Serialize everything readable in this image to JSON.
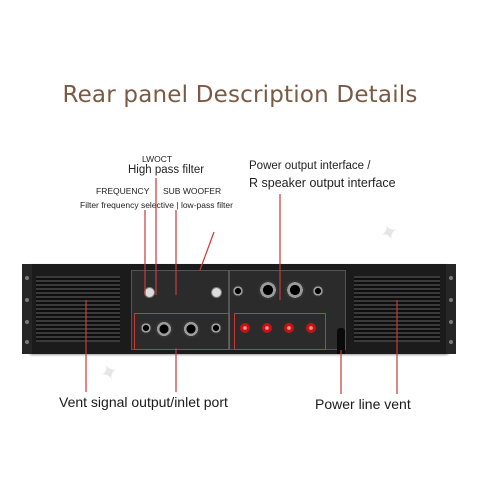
{
  "title": "Rear panel Description Details",
  "labels": {
    "lwoct": "LWOCT",
    "high_pass": "High pass filter",
    "frequency": "FREQUENCY",
    "sub_woofer": "SUB WOOFER",
    "filter_line": "Filter frequency selective | low-pass filter",
    "power_output_1": "Power output interface /",
    "power_output_2": "R speaker output interface",
    "vent_signal": "Vent signal output/inlet port",
    "power_line_vent": "Power line vent"
  },
  "colors": {
    "title": "#7a5a44",
    "callout_line": "#c63a3a",
    "chassis": "#1b1b1b"
  }
}
